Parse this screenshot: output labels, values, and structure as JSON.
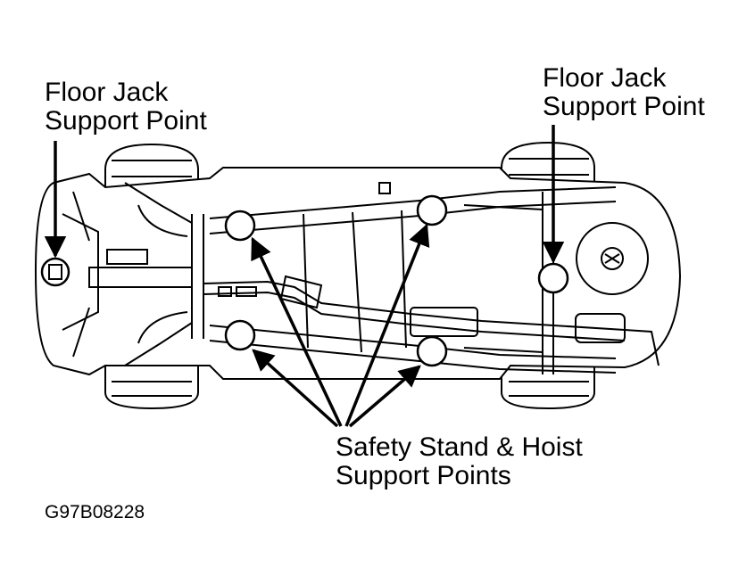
{
  "labels": {
    "floor_jack_left": [
      "Floor Jack",
      "Support Point"
    ],
    "floor_jack_right": [
      "Floor Jack",
      "Support Point"
    ],
    "safety_stand": [
      "Safety Stand & Hoist",
      "Support Points"
    ]
  },
  "figure_code": "G97B08228",
  "colors": {
    "ink": "#000000",
    "paper": "#ffffff"
  }
}
